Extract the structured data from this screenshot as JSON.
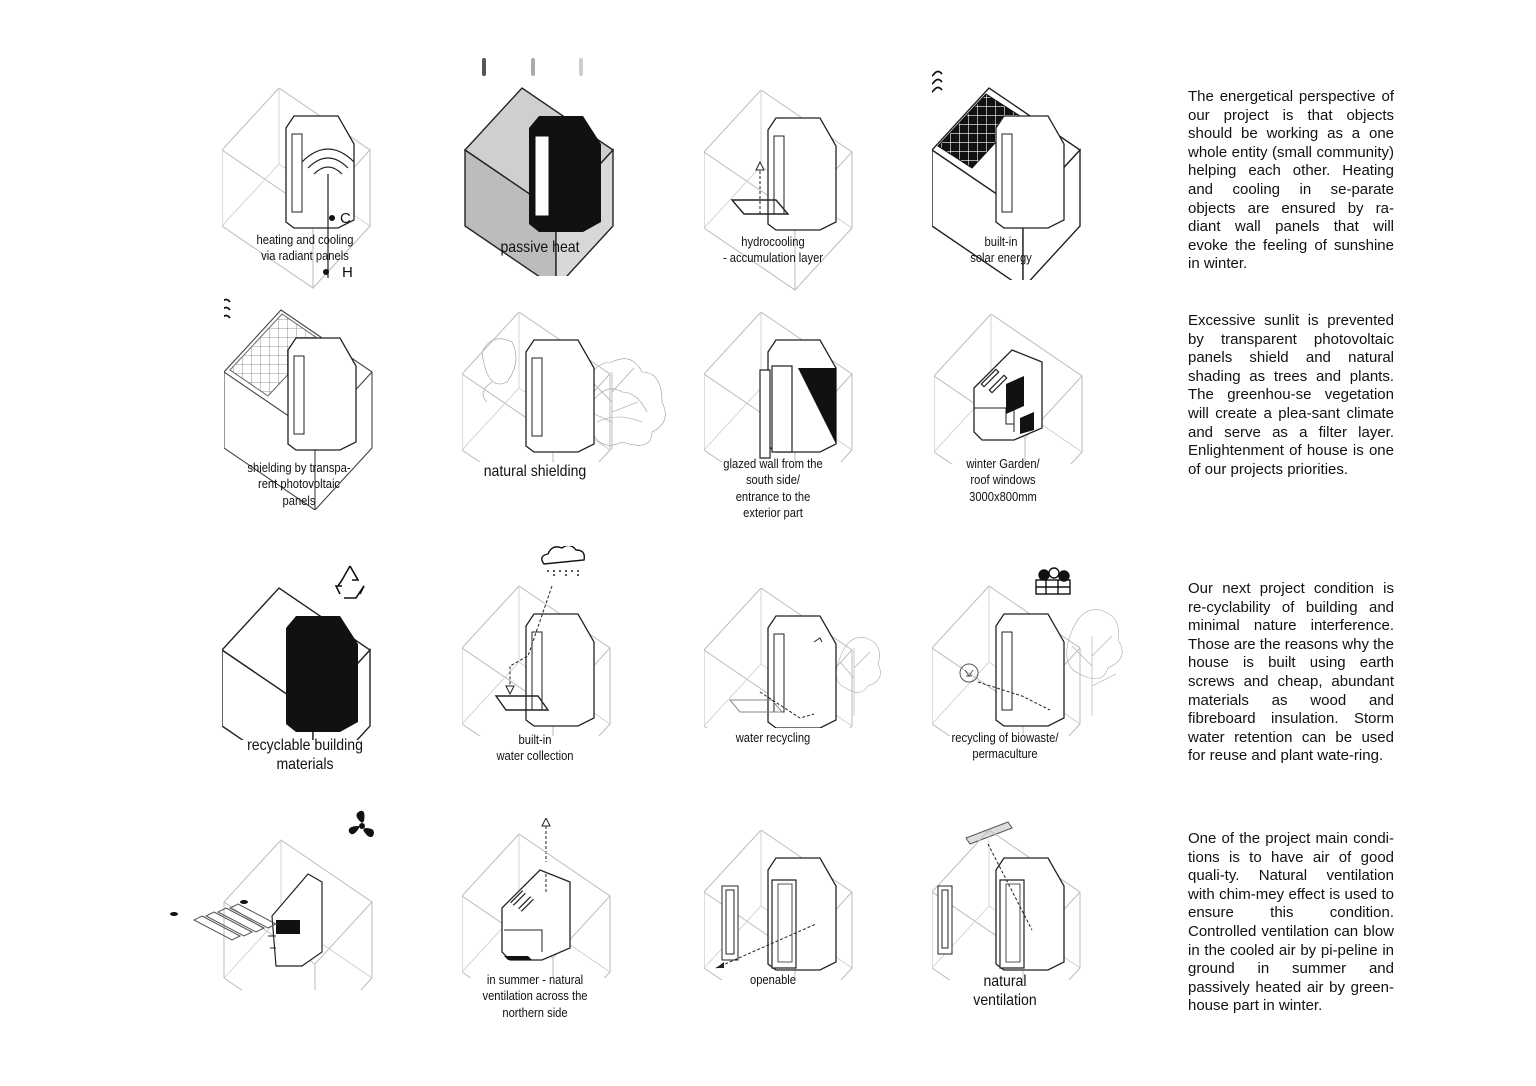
{
  "captions": {
    "r1c1": "heating and cooling\nvia radiant panels",
    "r1c2": "passive heat",
    "r1c3": "hydrocooling\n- accumulation layer",
    "r1c4": "built-in\nsolar energy",
    "r2c1": "shielding by transpa-\nrent photovoltaic\npanels",
    "r2c2": "natural shielding",
    "r2c3": "glazed wall from the\nsouth side/\nentrance to the\nexterior part",
    "r2c4": "winter Garden/\nroof windows\n3000x800mm",
    "r3c1": "recyclable building\nmaterials",
    "r3c2": "built-in\nwater collection",
    "r3c3": "water recycling",
    "r3c4": "recycling of biowaste/\npermaculture",
    "r4c2": "in summer - natural\nventilation across the\nnorthern side",
    "r4c3": "openable",
    "r4c4": "natural\nventilation"
  },
  "pipe_labels": {
    "cold": "C",
    "hot": "H"
  },
  "paragraphs": [
    "The energetical perspective of our project is that objects should be working as a one whole entity (small community) helping each other. Heating and cooling in se-parate objects are ensured by ra-diant wall panels that will evoke the feeling of sunshine in winter.",
    " Excessive sunlit is prevented by transparent photovoltaic panels shield and natural shading as trees and plants. The greenhou-se vegetation will create a plea-sant climate and serve as a filter layer. Enlightenment of house is one of our projects priorities.",
    "Our next project condition is re-cyclability of building and minimal nature interference. Those are the reasons why the house is built using earth screws and cheap, abundant materials as wood and fibreboard insulation. Storm water retention can be used for reuse and plant wate-ring.",
    " One of the project main condi-tions is to have air of good quali-ty. Natural ventilation with chim-mey effect is used to ensure this condition. Controlled ventilation can blow in the cooled air by pi-peline in ground in summer and passively heated air by green-house part in winter."
  ],
  "icons": [
    "thermometer-icon",
    "sun-icon",
    "wind-waves-icon",
    "recycle-icon",
    "rain-cloud-icon",
    "fruit-crate-icon",
    "fan-icon"
  ]
}
